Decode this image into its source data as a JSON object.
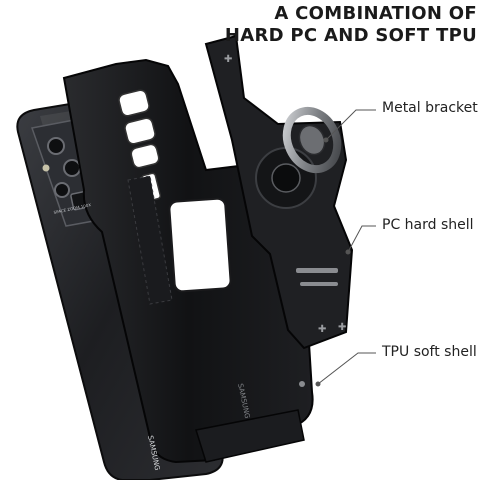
{
  "headline": {
    "line1": "A COMBINATION OF",
    "line2": "HARD PC AND SOFT TPU"
  },
  "callouts": {
    "metal_bracket": "Metal bracket",
    "pc_hard_shell": "PC hard shell",
    "tpu_soft_shell": "TPU soft shell"
  },
  "phone": {
    "brand": "SAMSUNG",
    "camera_label": "SPACE ZOOM 100X"
  },
  "case_brand": "SAMSUNG",
  "colors": {
    "phone_body": "#1e1f22",
    "case": "#111214",
    "bracket": "#2a2b2e",
    "ring": "#8a8c90",
    "headline": "#1a1a1a"
  }
}
